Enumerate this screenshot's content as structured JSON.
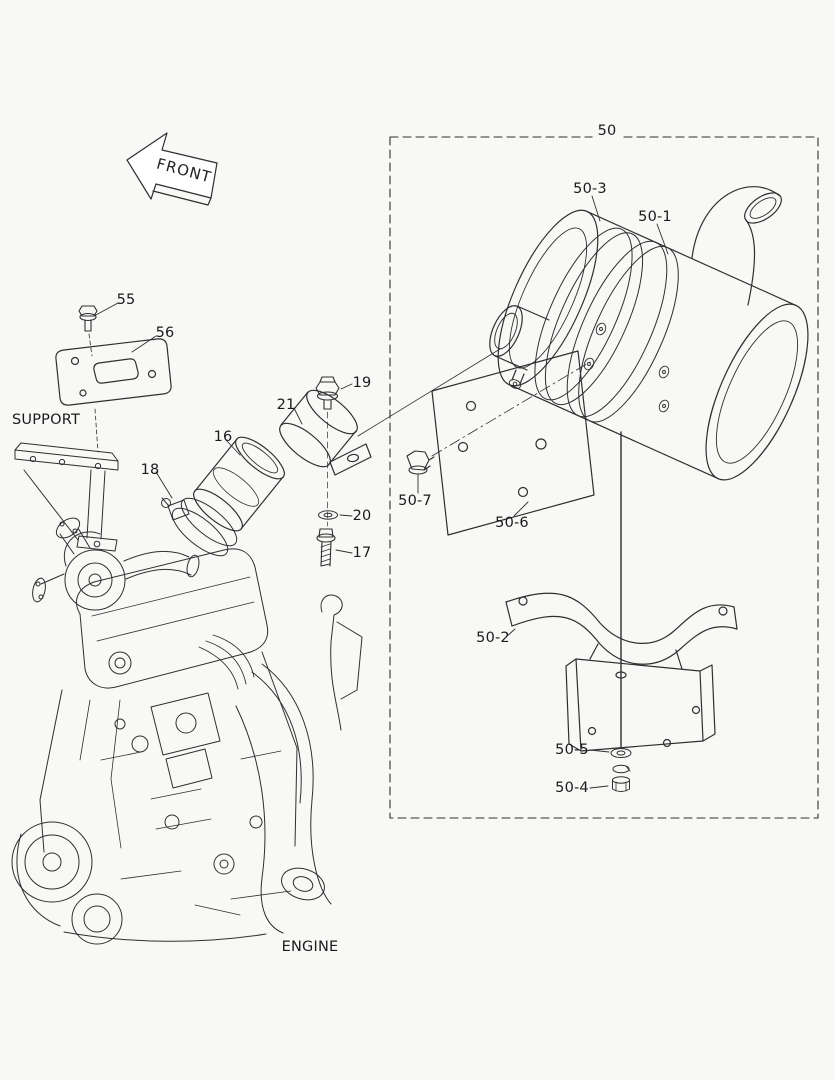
{
  "colors": {
    "line": "#2f2f2f",
    "background": "#f8f8f6"
  },
  "labels": {
    "front": "FRONT",
    "support": "SUPPORT",
    "engine": "ENGINE"
  },
  "parts": {
    "n50": "50",
    "n50_1": "50-1",
    "n50_2": "50-2",
    "n50_3": "50-3",
    "n50_4": "50-4",
    "n50_5": "50-5",
    "n50_6": "50-6",
    "n50_7": "50-7",
    "n16": "16",
    "n17": "17",
    "n18": "18",
    "n19": "19",
    "n20": "20",
    "n21": "21",
    "n55": "55",
    "n56": "56"
  }
}
